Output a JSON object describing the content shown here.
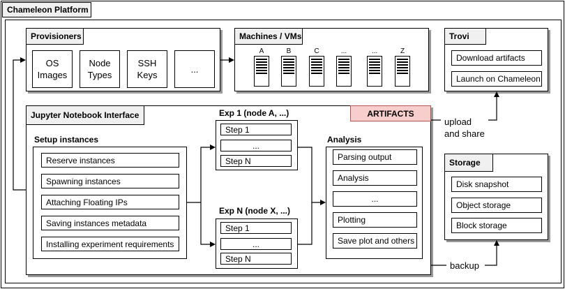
{
  "platform_title": "Chameleon Platform",
  "provisioners": {
    "title": "Provisioners",
    "items": [
      "OS\nImages",
      "Node\nTypes",
      "SSH\nKeys",
      "..."
    ]
  },
  "machines": {
    "title": "Machines / VMs",
    "labels": [
      "A",
      "B",
      "C",
      "...",
      "...",
      "Z"
    ]
  },
  "trovi": {
    "title": "Trovi",
    "items": [
      "Download artifacts",
      "Launch on Chameleon"
    ]
  },
  "jupyter": {
    "title": "Jupyter Notebook Interface",
    "artifacts_label": "ARTIFACTS"
  },
  "setup": {
    "title": "Setup instances",
    "items": [
      "Reserve instances",
      "Spawning instances",
      "Attaching Floating IPs",
      "Saving instances metadata",
      "Installing experiment requirements"
    ]
  },
  "exp1": {
    "title": "Exp 1 (node A, ...)",
    "steps": [
      "Step 1",
      "...",
      "Step N"
    ]
  },
  "expN": {
    "title": "Exp N (node X, ...)",
    "steps": [
      "Step 1",
      "...",
      "Step N"
    ]
  },
  "analysis": {
    "title": "Analysis",
    "items": [
      "Parsing output",
      "Analysis",
      "...",
      "Plotting",
      "Save plot and others"
    ]
  },
  "storage": {
    "title": "Storage",
    "items": [
      "Disk snapshot",
      "Object storage",
      "Block storage"
    ]
  },
  "edges": {
    "upload": "upload\nand share",
    "backup": "backup"
  },
  "colors": {
    "artifacts_fill": "#f8cecc",
    "tab_fill": "#f0f0f0",
    "shadow": "#9a9a9a"
  }
}
